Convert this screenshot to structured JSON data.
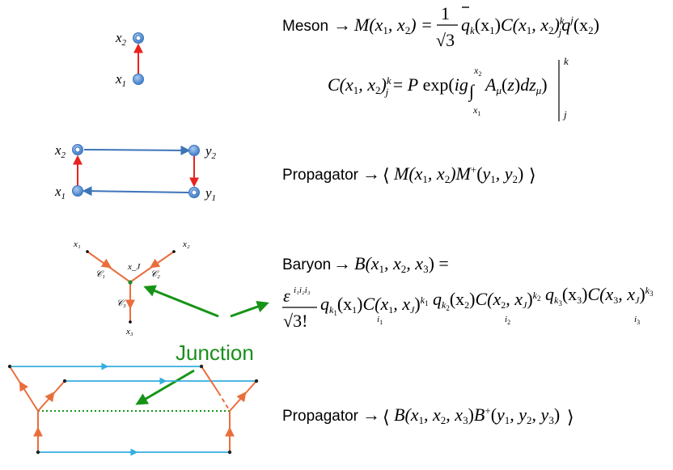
{
  "meson_diagram": {
    "x2_label": "x",
    "x2_sub": "2",
    "x1_label": "x",
    "x1_sub": "1"
  },
  "meson_equation": {
    "prose": "Meson",
    "arrow": "→",
    "lhs": "M(x",
    "frac_num": "1",
    "frac_den": "√3",
    "rhs": "q"
  },
  "string_equation": {
    "lhs": "C(x",
    "op": "P exp(ig",
    "integrand": "A",
    "upper": "x",
    "upper_sub": "2",
    "lower": "x",
    "lower_sub": "1",
    "sup": "k",
    "sub": "j"
  },
  "meson_propagator_diagram": {
    "x2": "x",
    "x2_sub": "2",
    "x1": "x",
    "x1_sub": "1",
    "y2": "y",
    "y2_sub": "2",
    "y1": "y",
    "y1_sub": "1"
  },
  "meson_propagator": {
    "prose": "Propagator",
    "arrow": "→"
  },
  "baryon_diagram": {
    "x1": "x₁",
    "x2": "x₂",
    "x3": "x₃",
    "xJ": "x_J",
    "c1": "𝒞₁",
    "c2": "𝒞₂",
    "c3": "𝒞₃"
  },
  "baryon_equation": {
    "prose": "Baryon",
    "arrow": "→",
    "eps": "ε",
    "eps_sup": "i₁i₂i₃",
    "den": "√3!"
  },
  "junction": {
    "label": "Junction"
  },
  "baryon_propagator": {
    "prose": "Propagator",
    "arrow": "→"
  },
  "colors": {
    "red": "#e8231e",
    "blue": "#3d74b9",
    "node": "#5b93d6",
    "orange": "#ea6e3c",
    "cyan": "#34aee0",
    "green": "#179417",
    "junction_dot": "#1f8a2e"
  }
}
